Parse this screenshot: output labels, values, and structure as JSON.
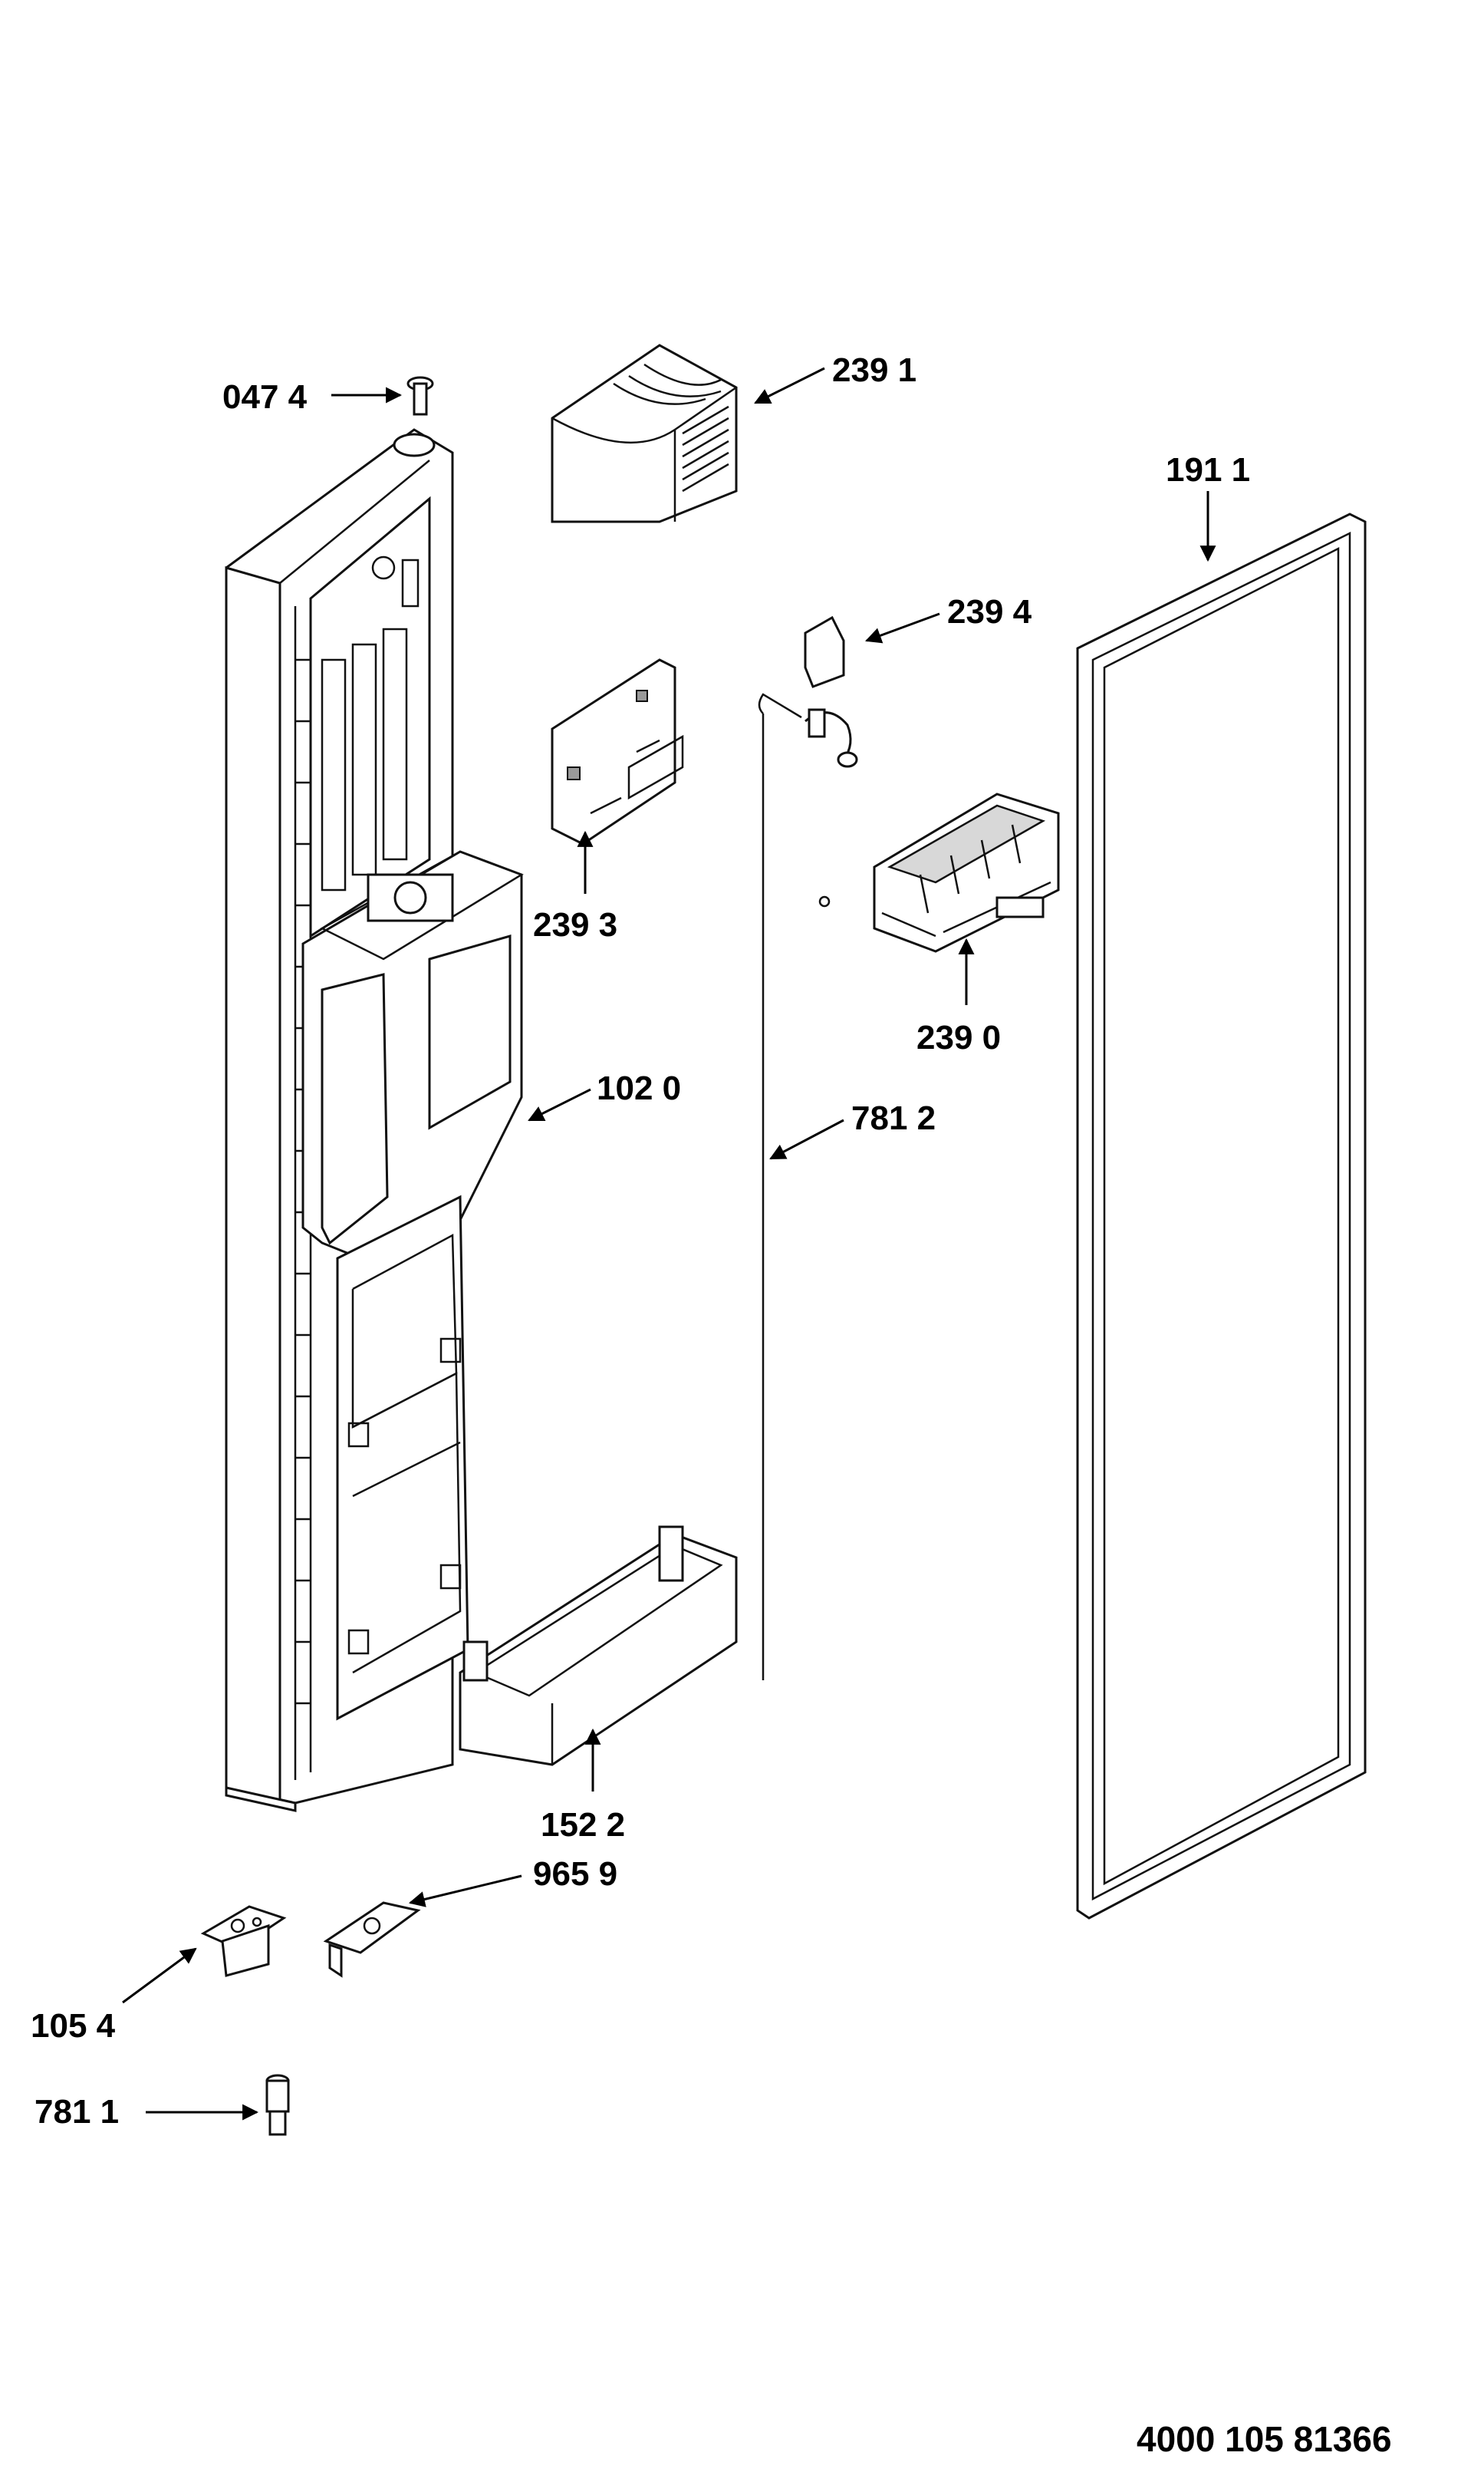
{
  "labels": {
    "p0474": "047 4",
    "p2391": "239 1",
    "p1911": "191 1",
    "p2394": "239 4",
    "p2393": "239 3",
    "p2390": "239 0",
    "p1020": "102 0",
    "p7812": "781 2",
    "p1522": "152 2",
    "p9659": "965 9",
    "p1054": "105 4",
    "p7811": "781 1"
  },
  "document_number": "4000 105 81366"
}
